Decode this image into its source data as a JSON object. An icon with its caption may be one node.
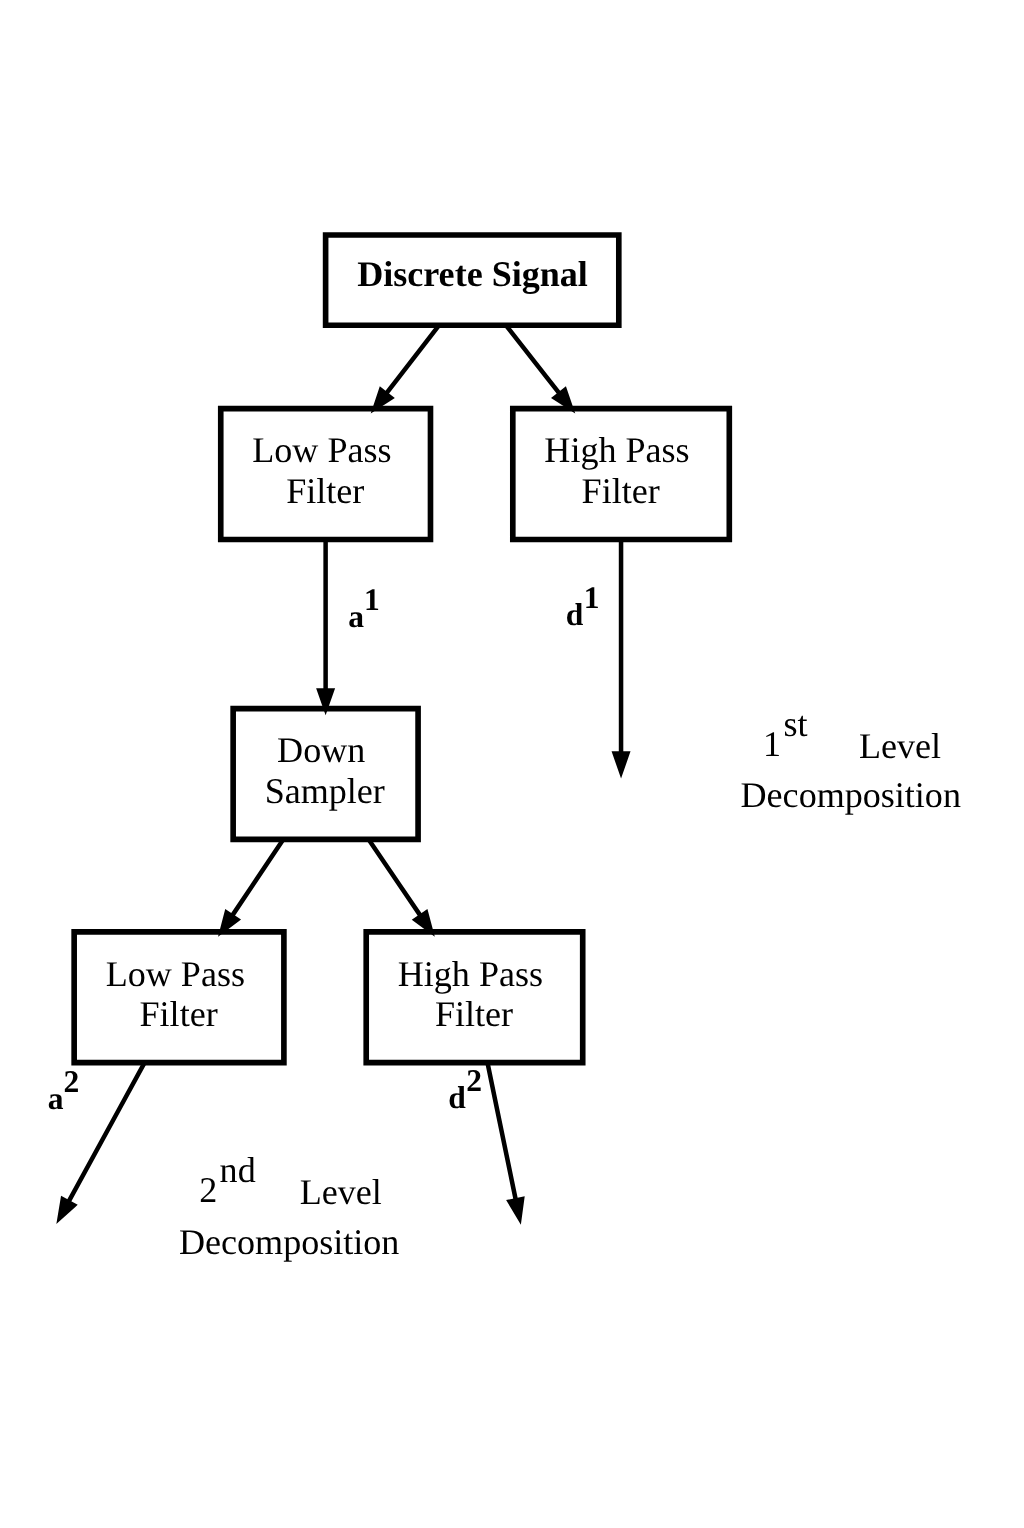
{
  "diagram": {
    "nodes": [
      {
        "text": [
          "Discrete Signal"
        ]
      },
      {
        "text": [
          "Low Pass Filter"
        ]
      },
      {
        "text": [
          "High Pass Filter"
        ]
      },
      {
        "text": [
          "Down Sampler"
        ]
      },
      {
        "text": [
          "Low Pass Filter"
        ]
      },
      {
        "text": [
          "High Pass Filter"
        ]
      }
    ],
    "edges": [
      {
        "from": 0,
        "to": 1,
        "arrow": "to"
      },
      {
        "from": 0,
        "to": 2,
        "arrow": "to"
      },
      {
        "from": 1,
        "to": 3,
        "arrow": "to",
        "label": "a$^{1}$"
      },
      {
        "from": 2,
        "to": null,
        "arrow": "to",
        "label": "d$^{1}$"
      },
      {
        "from": 3,
        "to": 4,
        "arrow": "to"
      },
      {
        "from": 3,
        "to": 5,
        "arrow": "to"
      },
      {
        "from": 4,
        "to": null,
        "arrow": "to",
        "label": "a$^{2}$"
      },
      {
        "from": 5,
        "to": null,
        "arrow": "to",
        "label": "d$^{2}$"
      }
    ],
    "labels": [
      "1$^{st}$ Level Decomposition",
      "2$^{nd}$ Level Decomposition"
    ]
  }
}
